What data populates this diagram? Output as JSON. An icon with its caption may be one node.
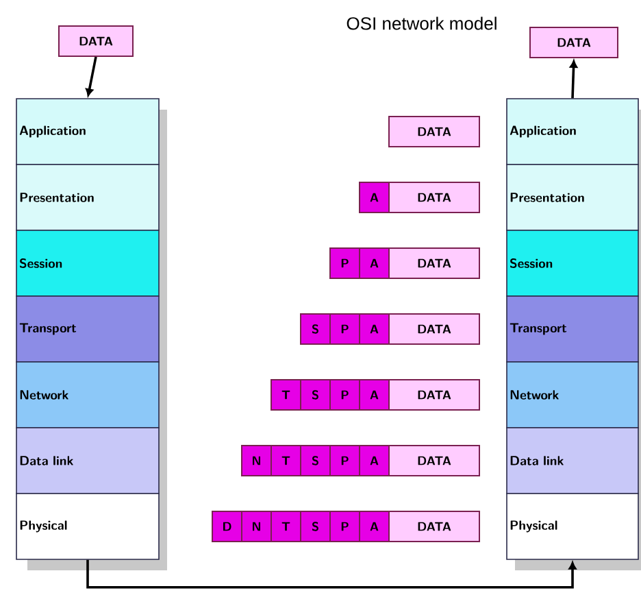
{
  "diagram": {
    "title": "OSI network model",
    "nodes": [
      {
        "text": [
          "DATA"
        ]
      },
      {
        "text": [
          "Application"
        ]
      },
      {
        "text": [
          "Presentation"
        ]
      },
      {
        "text": [
          "Session"
        ]
      },
      {
        "text": [
          "Transport"
        ]
      },
      {
        "text": [
          "Network"
        ]
      },
      {
        "text": [
          "Data link"
        ]
      },
      {
        "text": [
          "Physical"
        ]
      },
      {
        "text": [
          "DATA"
        ]
      },
      {
        "text": [
          "Application"
        ]
      },
      {
        "text": [
          "Presentation"
        ]
      },
      {
        "text": [
          "Session"
        ]
      },
      {
        "text": [
          "Transport"
        ]
      },
      {
        "text": [
          "Network"
        ]
      },
      {
        "text": [
          "Data link"
        ]
      },
      {
        "text": [
          "Physical"
        ]
      },
      {
        "text": [
          "DATA"
        ]
      },
      {
        "text": [
          "A"
        ]
      },
      {
        "text": [
          "DATA"
        ]
      },
      {
        "text": [
          "P"
        ]
      },
      {
        "text": [
          "A"
        ]
      },
      {
        "text": [
          "DATA"
        ]
      },
      {
        "text": [
          "S"
        ]
      },
      {
        "text": [
          "P"
        ]
      },
      {
        "text": [
          "A"
        ]
      },
      {
        "text": [
          "DATA"
        ]
      },
      {
        "text": [
          "T"
        ]
      },
      {
        "text": [
          "S"
        ]
      },
      {
        "text": [
          "P"
        ]
      },
      {
        "text": [
          "A"
        ]
      },
      {
        "text": [
          "DATA"
        ]
      },
      {
        "text": [
          "N"
        ]
      },
      {
        "text": [
          "T"
        ]
      },
      {
        "text": [
          "S"
        ]
      },
      {
        "text": [
          "P"
        ]
      },
      {
        "text": [
          "A"
        ]
      },
      {
        "text": [
          "DATA"
        ]
      },
      {
        "text": [
          "D"
        ]
      },
      {
        "text": [
          "N"
        ]
      },
      {
        "text": [
          "T"
        ]
      },
      {
        "text": [
          "S"
        ]
      },
      {
        "text": [
          "P"
        ]
      },
      {
        "text": [
          "A"
        ]
      },
      {
        "text": [
          "DATA"
        ]
      }
    ],
    "edges": [
      {
        "from": 0,
        "to": 1,
        "arrow": "to"
      },
      {
        "from": 9,
        "to": 8,
        "arrow": "to"
      },
      {
        "from": 7,
        "to": 15,
        "arrow": "to"
      }
    ]
  }
}
